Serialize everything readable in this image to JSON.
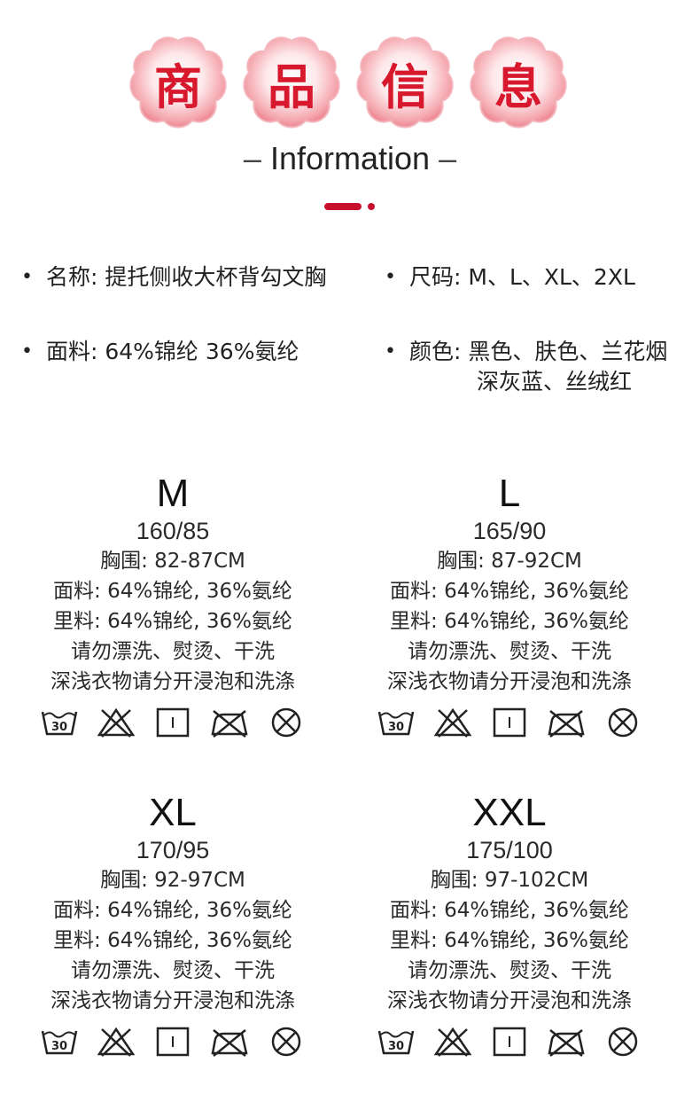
{
  "header": {
    "chars": [
      "商",
      "品",
      "信",
      "息"
    ],
    "subtitle": "Information",
    "dash_left": "–",
    "dash_right": "–",
    "accent_color": "#c8102e"
  },
  "info": {
    "name": "名称: 提托侧收大杯背勾文胸",
    "sizes": "尺码: M、L、XL、2XL",
    "fabric": "面料: 64%锦纶 36%氨纶",
    "colors_line1": "颜色: 黑色、肤色、兰花烟",
    "colors_line2": "深灰蓝、丝绒红"
  },
  "cards": [
    {
      "size": "M",
      "spec": "160/85",
      "chest": "胸围: 82-87CM",
      "fabric": "面料: 64%锦纶, 36%氨纶",
      "lining": "里料: 64%锦纶, 36%氨纶",
      "care1": "请勿漂洗、熨烫、干洗",
      "care2": "深浅衣物请分开浸泡和洗涤",
      "wash_temp": "30"
    },
    {
      "size": "L",
      "spec": "165/90",
      "chest": "胸围: 87-92CM",
      "fabric": "面料: 64%锦纶, 36%氨纶",
      "lining": "里料: 64%锦纶, 36%氨纶",
      "care1": "请勿漂洗、熨烫、干洗",
      "care2": "深浅衣物请分开浸泡和洗涤",
      "wash_temp": "30"
    },
    {
      "size": "XL",
      "spec": "170/95",
      "chest": "胸围: 92-97CM",
      "fabric": "面料: 64%锦纶, 36%氨纶",
      "lining": "里料: 64%锦纶, 36%氨纶",
      "care1": "请勿漂洗、熨烫、干洗",
      "care2": "深浅衣物请分开浸泡和洗涤",
      "wash_temp": "30"
    },
    {
      "size": "XXL",
      "spec": "175/100",
      "chest": "胸围: 97-102CM",
      "fabric": "面料: 64%锦纶, 36%氨纶",
      "lining": "里料: 64%锦纶, 36%氨纶",
      "care1": "请勿漂洗、熨烫、干洗",
      "care2": "深浅衣物请分开浸泡和洗涤",
      "wash_temp": "30"
    }
  ],
  "care_icons": [
    "wash-30-icon",
    "no-bleach-icon",
    "tumble-dry-icon",
    "no-iron-icon",
    "no-dry-clean-icon"
  ]
}
